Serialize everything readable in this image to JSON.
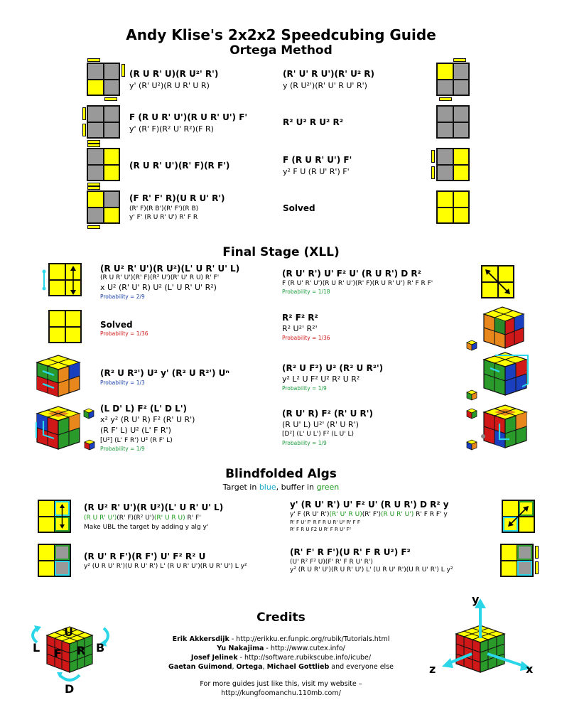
{
  "header": {
    "title": "Andy Klise's 2x2x2 Speedcubing Guide",
    "subtitle": "Ortega Method"
  },
  "ortega": [
    {
      "main": "(R U R' U)(R U²' R')",
      "alt1": "y' (R' U²)(R U R' U R)"
    },
    {
      "main": "(R' U' R U')(R' U² R)",
      "alt1": "y (R U²')(R' U' R U' R')"
    },
    {
      "main": "F (R U R' U')(R U R' U') F'",
      "alt1": "y' (R' F)(R² U' R²)(F R)"
    },
    {
      "main": "R² U² R U² R²"
    },
    {
      "main": "(R U R' U')(R' F)(R F')"
    },
    {
      "main": "F (R U R' U') F'",
      "alt1": "y² F U (R U' R') F'"
    },
    {
      "main": "(F R' F' R)(U R U' R')",
      "alt1": "(R' F)(R B')(R' F')(R B)",
      "alt2": "y' F' (R U R' U') R' F R"
    },
    {
      "main": "Solved"
    }
  ],
  "final_stage": {
    "title": "Final Stage (XLL)",
    "cases": [
      {
        "main": "(R U² R' U')(R U²)(L' U R' U' L)",
        "alt1": "(R U R' U')(R' F)(R² U')(R' U' R U) R' F'",
        "alt2": "x U² (R' U' R) U² (L' U R' U' R²)",
        "prob": "Probability = 2/9"
      },
      {
        "main": "(R U' R') U' F² U' (R U R') D R²",
        "alt1": "F (R U' R' U')(R U R' U')(R' F)(R U R' U') R' F R F'",
        "prob": "Probability = 1/18"
      },
      {
        "main": "Solved",
        "prob": "Probability = 1/36"
      },
      {
        "main": "R² F² R²",
        "alt1": "R² U²' R²'",
        "prob": "Probability = 1/36"
      },
      {
        "main": "(R² U R²') U² y' (R² U R²') Uⁿ",
        "prob": "Probability = 1/3"
      },
      {
        "main": "(R² U F²) U² (R² U R²')",
        "alt1": "y² L² U F² U² R² U R²",
        "prob": "Probability = 1/9"
      },
      {
        "main": "(L D' L) F² (L' D L')",
        "alt1": "x² y² (R U' R) F² (R' U R')",
        "alt2": "(R F' L) U² (L' F R')",
        "alt3": "[U²] (L' F R') U² (R F' L)",
        "prob": "Probability = 1/9"
      },
      {
        "main": "(R U' R) F² (R' U R')",
        "alt1": "(R U' L) U²' (R' U R')",
        "alt2": "[D²] (L' U L') F² (L U' L)",
        "prob": "Probability = 1/9"
      }
    ]
  },
  "blindfolded": {
    "title": "Blindfolded Algs",
    "subtitle_pre": "Target in ",
    "subtitle_blue": "blue",
    "subtitle_mid": ", buffer in ",
    "subtitle_green": "green",
    "case1": {
      "main": "(R U² R' U')(R U²)(L' U R' U' L)",
      "alt1_g1": "(R U R' U')",
      "alt1_m": "(R' F)(R² U')",
      "alt1_g2": "(R' U R U)",
      "alt1_e": " R' F'",
      "note": "Make UBL the target by adding y alg y'"
    },
    "case2": {
      "main": "y' (R U' R') U' F² U' (R U R') D R² y",
      "alt1_a": "y' F (R U' R')",
      "alt1_g1": "(R' U' R U)",
      "alt1_m": "(R' F')",
      "alt1_g2": "(R U R' U')",
      "alt1_e": " R' F R F' y",
      "alt2": "R' F U' F' R F R U R' U² R' F F",
      "alt3": "R' F R U F2 U R' F R U' F²"
    },
    "case3": {
      "main": "(R U' R F')(R F') U' F² R² U",
      "alt1": "y² (U R U' R')(U R U' R') L' (R U R' U')(R U R' U') L y²"
    },
    "case4": {
      "main": "(R' F' R F')(U R' F R U²) F²",
      "alt1": "(U' R² F² U)(F' R' F R U' R')",
      "alt2": "y² (R U R' U')(R U R' U') L' (U R U' R')(U R U' R') L y²"
    }
  },
  "credits": {
    "title": "Credits",
    "line1_b": "Erik Akkersdijk",
    "line1": " - http://erikku.er.funpic.org/rubik/Tutorials.html",
    "line2_b": "Yu Nakajima",
    "line2": " - http://www.cutex.info/",
    "line3_b": "Josef Jelinek",
    "line3": " - http://software.rubikscube.info/icube/",
    "line4_b1": "Gaetan Guimond",
    "line4_s1": ", ",
    "line4_b2": "Ortega",
    "line4_s2": ", ",
    "line4_b3": "Michael Gottlieb",
    "line4": " and everyone else",
    "line5": "For more guides just like this, visit my website –",
    "line6": "http://kungfoomanchu.110mb.com/"
  },
  "notation": {
    "U": "U",
    "L": "L",
    "F": "F",
    "R": "R",
    "B": "B",
    "D": "D"
  },
  "axes": {
    "x": "x",
    "y": "y",
    "z": "z"
  },
  "colors": {
    "sticker_yellow": "#ffff00",
    "sticker_gray": "#999999",
    "target_blue": "#1aa9c9",
    "buffer_green": "#1a9a1a"
  }
}
